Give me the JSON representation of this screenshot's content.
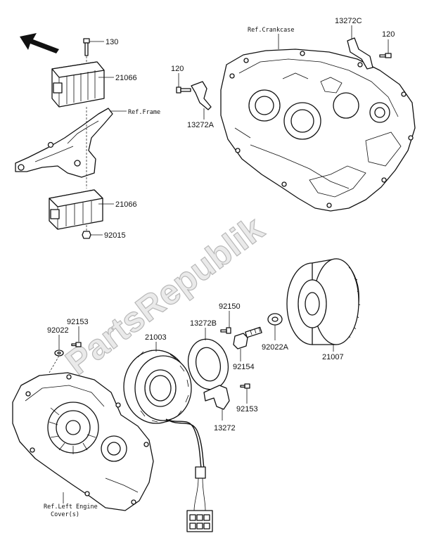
{
  "watermark": "PartsRepublik",
  "references": {
    "frame": "Ref.Frame",
    "crankcase": "Ref.Crankcase",
    "engine_cover_line1": "Ref.Left Engine",
    "engine_cover_line2": "Cover(s)"
  },
  "part_labels": {
    "p130": "130",
    "p21066_top": "21066",
    "p21066_bottom": "21066",
    "p92015": "92015",
    "p120_left": "120",
    "p13272A": "13272A",
    "p13272C": "13272C",
    "p120_right": "120",
    "p92153_top": "92153",
    "p92022": "92022",
    "p21003": "21003",
    "p13272B": "13272B",
    "p92150": "92150",
    "p92154": "92154",
    "p92022A": "92022A",
    "p21007": "21007",
    "p92153_right": "92153",
    "p13272": "13272"
  },
  "icons": {
    "orientation_arrow": "front-arrow-icon"
  }
}
